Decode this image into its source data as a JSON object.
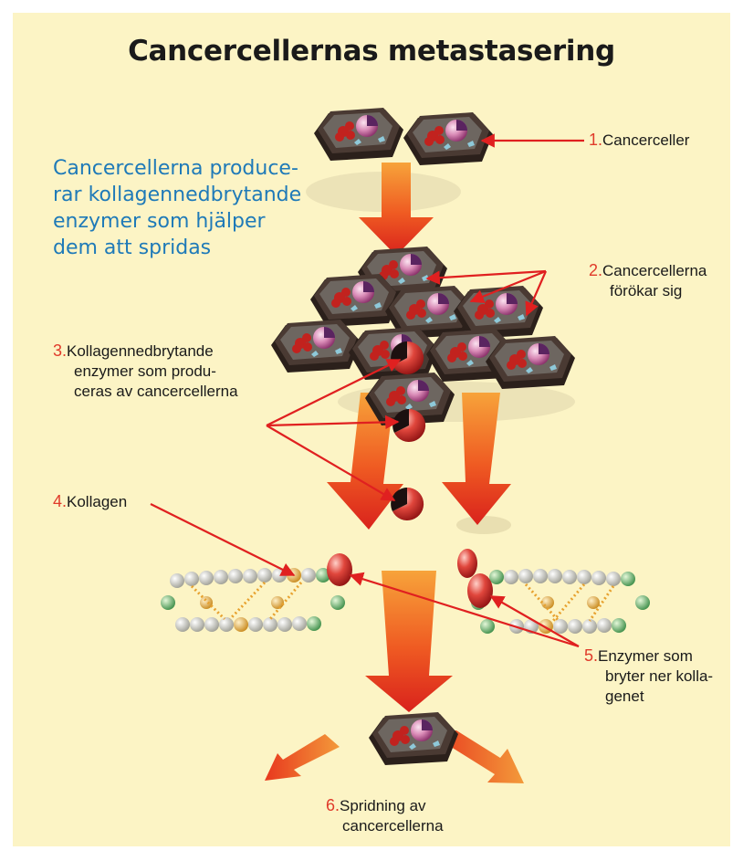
{
  "title": "Cancercellernas metastasering",
  "intro_lines": [
    "Cancercellerna produce-",
    "rar kollagennedbrytande",
    "enzymer som hjälper",
    "dem att spridas"
  ],
  "labels": [
    {
      "num": "1.",
      "lines": [
        "Cancerceller"
      ]
    },
    {
      "num": "2.",
      "lines": [
        "Cancercellerna",
        "förökar sig"
      ]
    },
    {
      "num": "3.",
      "lines": [
        "Kollagennedbrytande",
        "enzymer som produ-",
        "ceras av cancercellerna"
      ]
    },
    {
      "num": "4.",
      "lines": [
        "Kollagen"
      ]
    },
    {
      "num": "5.",
      "lines": [
        "Enzymer som",
        "bryter ner kolla-",
        "genet"
      ]
    },
    {
      "num": "6.",
      "lines": [
        "Spridning av",
        "cancercellerna"
      ]
    }
  ],
  "colors": {
    "panel": "#fcf4c5",
    "title": "#1a1a1a",
    "intro_text": "#1f7ab8",
    "step_number": "#e03a2a",
    "annotation_arrow": "#e02020",
    "cell_body": "#3b2e28",
    "nucleus": "#d98ab6",
    "enzyme": "#d42a2a"
  }
}
